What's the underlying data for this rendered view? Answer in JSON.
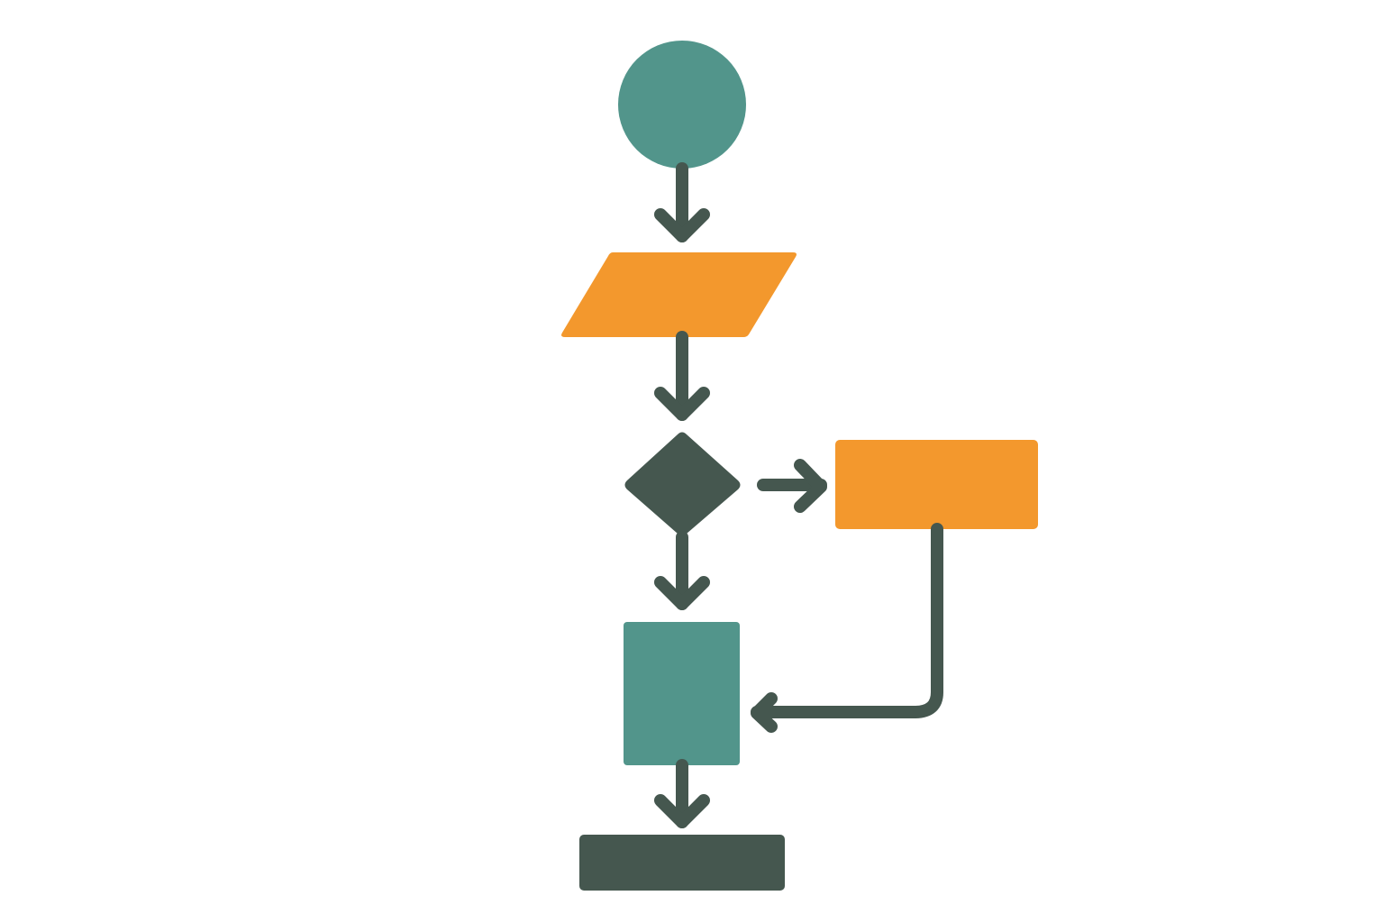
{
  "diagram": {
    "type": "flowchart",
    "colors": {
      "teal": "#52958B",
      "orange": "#F3982D",
      "dark": "#45574F",
      "background": "#FFFFFF"
    },
    "nodes": [
      {
        "id": "start",
        "shape": "circle",
        "color": "teal",
        "label": ""
      },
      {
        "id": "input",
        "shape": "parallelogram",
        "color": "orange",
        "label": ""
      },
      {
        "id": "decision",
        "shape": "diamond",
        "color": "dark",
        "label": ""
      },
      {
        "id": "side-process",
        "shape": "rectangle",
        "color": "orange",
        "label": ""
      },
      {
        "id": "process",
        "shape": "rectangle",
        "color": "teal",
        "label": ""
      },
      {
        "id": "end",
        "shape": "rectangle",
        "color": "dark",
        "label": ""
      }
    ],
    "edges": [
      {
        "from": "start",
        "to": "input"
      },
      {
        "from": "input",
        "to": "decision"
      },
      {
        "from": "decision",
        "to": "side-process"
      },
      {
        "from": "decision",
        "to": "process"
      },
      {
        "from": "side-process",
        "to": "process"
      },
      {
        "from": "process",
        "to": "end"
      }
    ]
  }
}
